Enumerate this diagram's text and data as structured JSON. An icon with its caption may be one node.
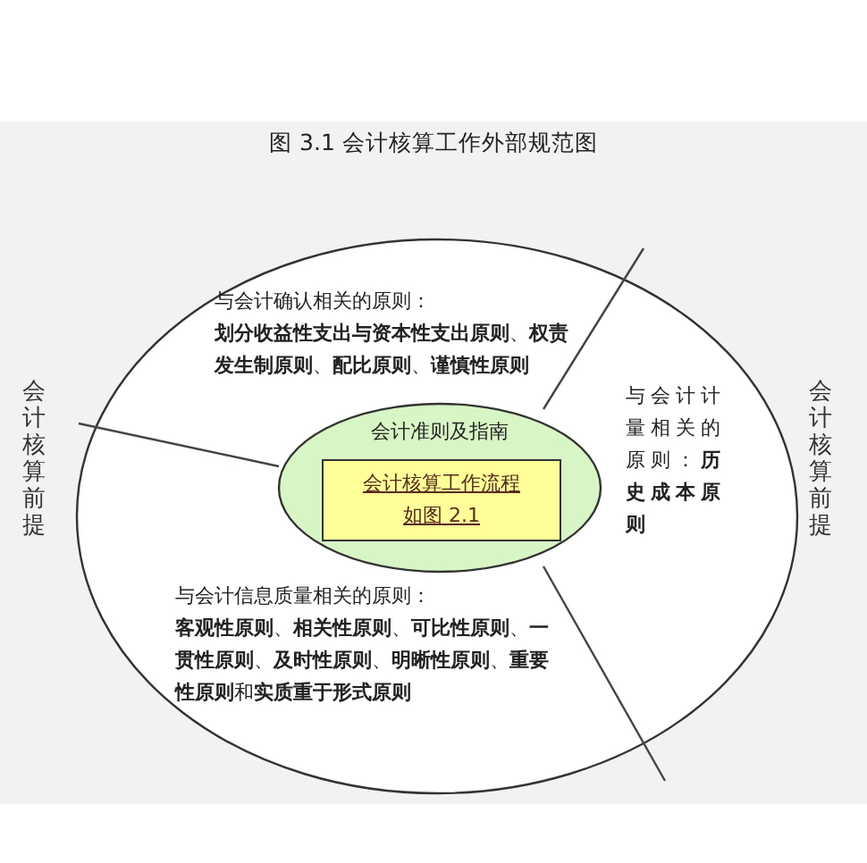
{
  "diagram": {
    "title": "图 3.1 会计核算工作外部规范图",
    "nodes": [
      {
        "text": [],
        "shape": "circle"
      },
      {
        "text": [
          "与会计确认相关的原则：",
          "**划分收益性支出与资本性支出原则**、**权责发生制原则**、**配比原则**、**谨慎性原则**"
        ],
        "in": 0
      },
      {
        "text": [
          "与会计计量相关的原则：**历史成本原则**"
        ],
        "in": 0
      },
      {
        "text": [
          "会计准则及指南"
        ],
        "in": 0
      },
      {
        "text": [
          "会计核算工作流程",
          "如图 2.1"
        ],
        "in": 3
      },
      {
        "text": [
          "与会计信息质量相关的原则：",
          "**客观性原则**、**相关性原则**、**可比性原则**、**一贯性原则**、**及时性原则**、**明晰性原则**、**重要性原则**和**实质重于形式原则**"
        ],
        "in": 0
      }
    ],
    "labels": [
      "会计核算前提",
      "会计核算前提"
    ]
  }
}
